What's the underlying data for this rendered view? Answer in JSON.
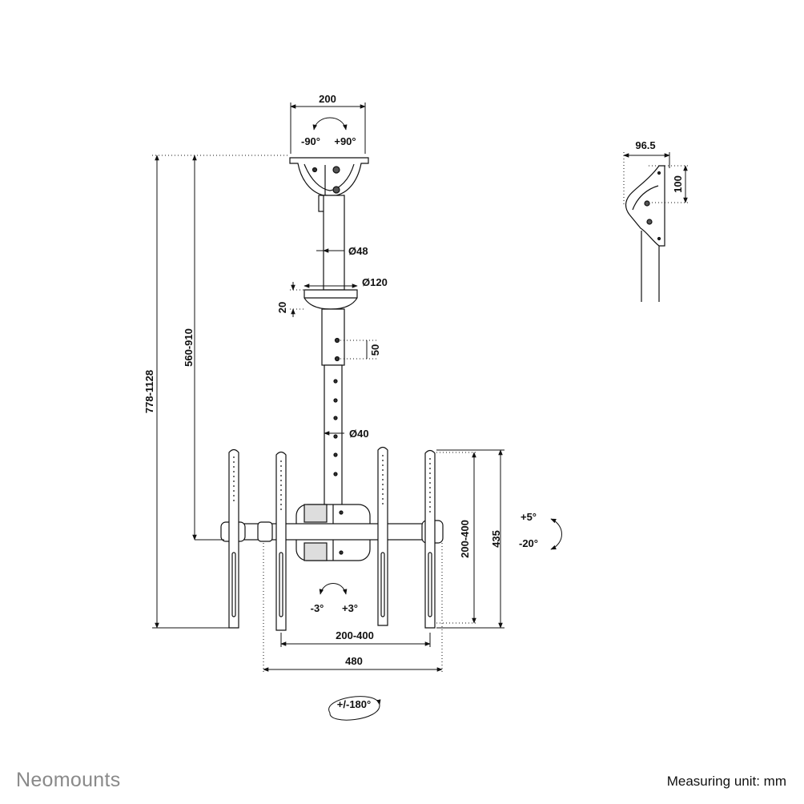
{
  "dimensions": {
    "plate_width": "200",
    "plate_rotation_left": "-90°",
    "plate_rotation_right": "+90°",
    "pole_diameter_top": "Ø48",
    "cover_diameter": "Ø120",
    "cover_height": "20",
    "hole_spacing": "50",
    "pole_diameter_bottom": "Ø40",
    "pole_length": "560-910",
    "total_height": "778-1128",
    "vesa_vertical": "200-400",
    "bracket_height": "435",
    "tilt_up": "+5°",
    "tilt_down": "-20°",
    "swivel_left": "-3°",
    "swivel_right": "+3°",
    "vesa_horizontal": "200-400",
    "total_width": "480",
    "rotation": "+/-180°",
    "side_depth": "96.5",
    "side_height": "100"
  },
  "footer": {
    "brand": "Neomounts",
    "measuring_unit": "Measuring unit: mm"
  }
}
